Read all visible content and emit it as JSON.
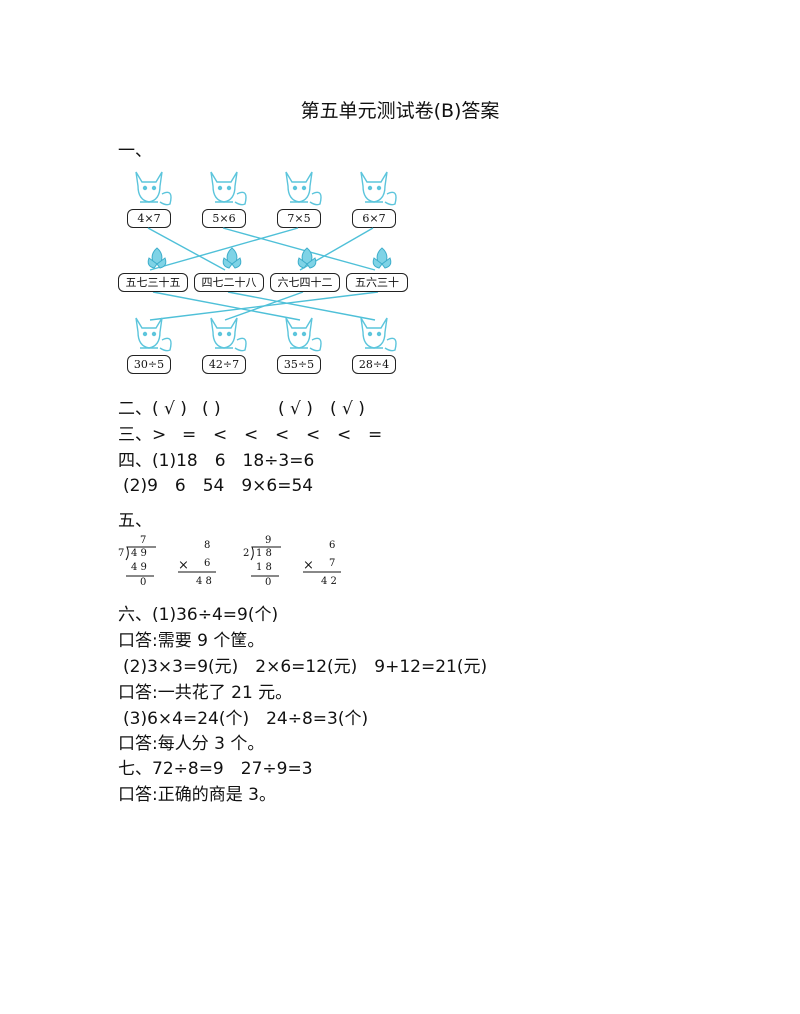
{
  "title": "第五单元测试卷(B)答案",
  "section1": {
    "label": "一、",
    "top_boxes": [
      "4×7",
      "5×6",
      "7×5",
      "6×7"
    ],
    "middle_boxes": [
      "五七三十五",
      "四七二十八",
      "六七四十二",
      "五六三十"
    ],
    "bottom_boxes": [
      "30÷5",
      "42÷7",
      "35÷5",
      "28÷4"
    ],
    "line_color": "#4fc0d8",
    "figure_color": "#5cc5dc"
  },
  "section2": {
    "label": "二、",
    "answers": [
      "( √ )",
      "(     )",
      "( √ )",
      "( √ )"
    ]
  },
  "section3": {
    "label": "三、",
    "answers": [
      ">",
      "=",
      "<",
      "<",
      "<",
      "<",
      "<",
      "="
    ]
  },
  "section4": {
    "line1": "四、(1)18　6　18÷3=6",
    "line2": "(2)9　6　54　9×6=54"
  },
  "section5": {
    "label": "五、",
    "calc1": {
      "divisor": "7",
      "quotient": "7",
      "dividend": "4 9",
      "sub": "4 9",
      "remainder": "0"
    },
    "calc2": {
      "top": "8",
      "op": "×",
      "mult": "6",
      "result": "4 8"
    },
    "calc3": {
      "divisor": "2",
      "quotient": "9",
      "dividend": "1 8",
      "sub": "1 8",
      "remainder": "0"
    },
    "calc4": {
      "top": "6",
      "op": "×",
      "mult": "7",
      "result": "4 2"
    }
  },
  "section6": {
    "q1": "六、(1)36÷4=9(个)",
    "a1": "口答:需要 9 个筐。",
    "q2": "(2)3×3=9(元)　2×6=12(元)　9+12=21(元)",
    "a2": "口答:一共花了 21 元。",
    "q3": "(3)6×4=24(个)　24÷8=3(个)",
    "a3": "口答:每人分 3 个。"
  },
  "section7": {
    "q": "七、72÷8=9　27÷9=3",
    "a": "口答:正确的商是 3。"
  }
}
